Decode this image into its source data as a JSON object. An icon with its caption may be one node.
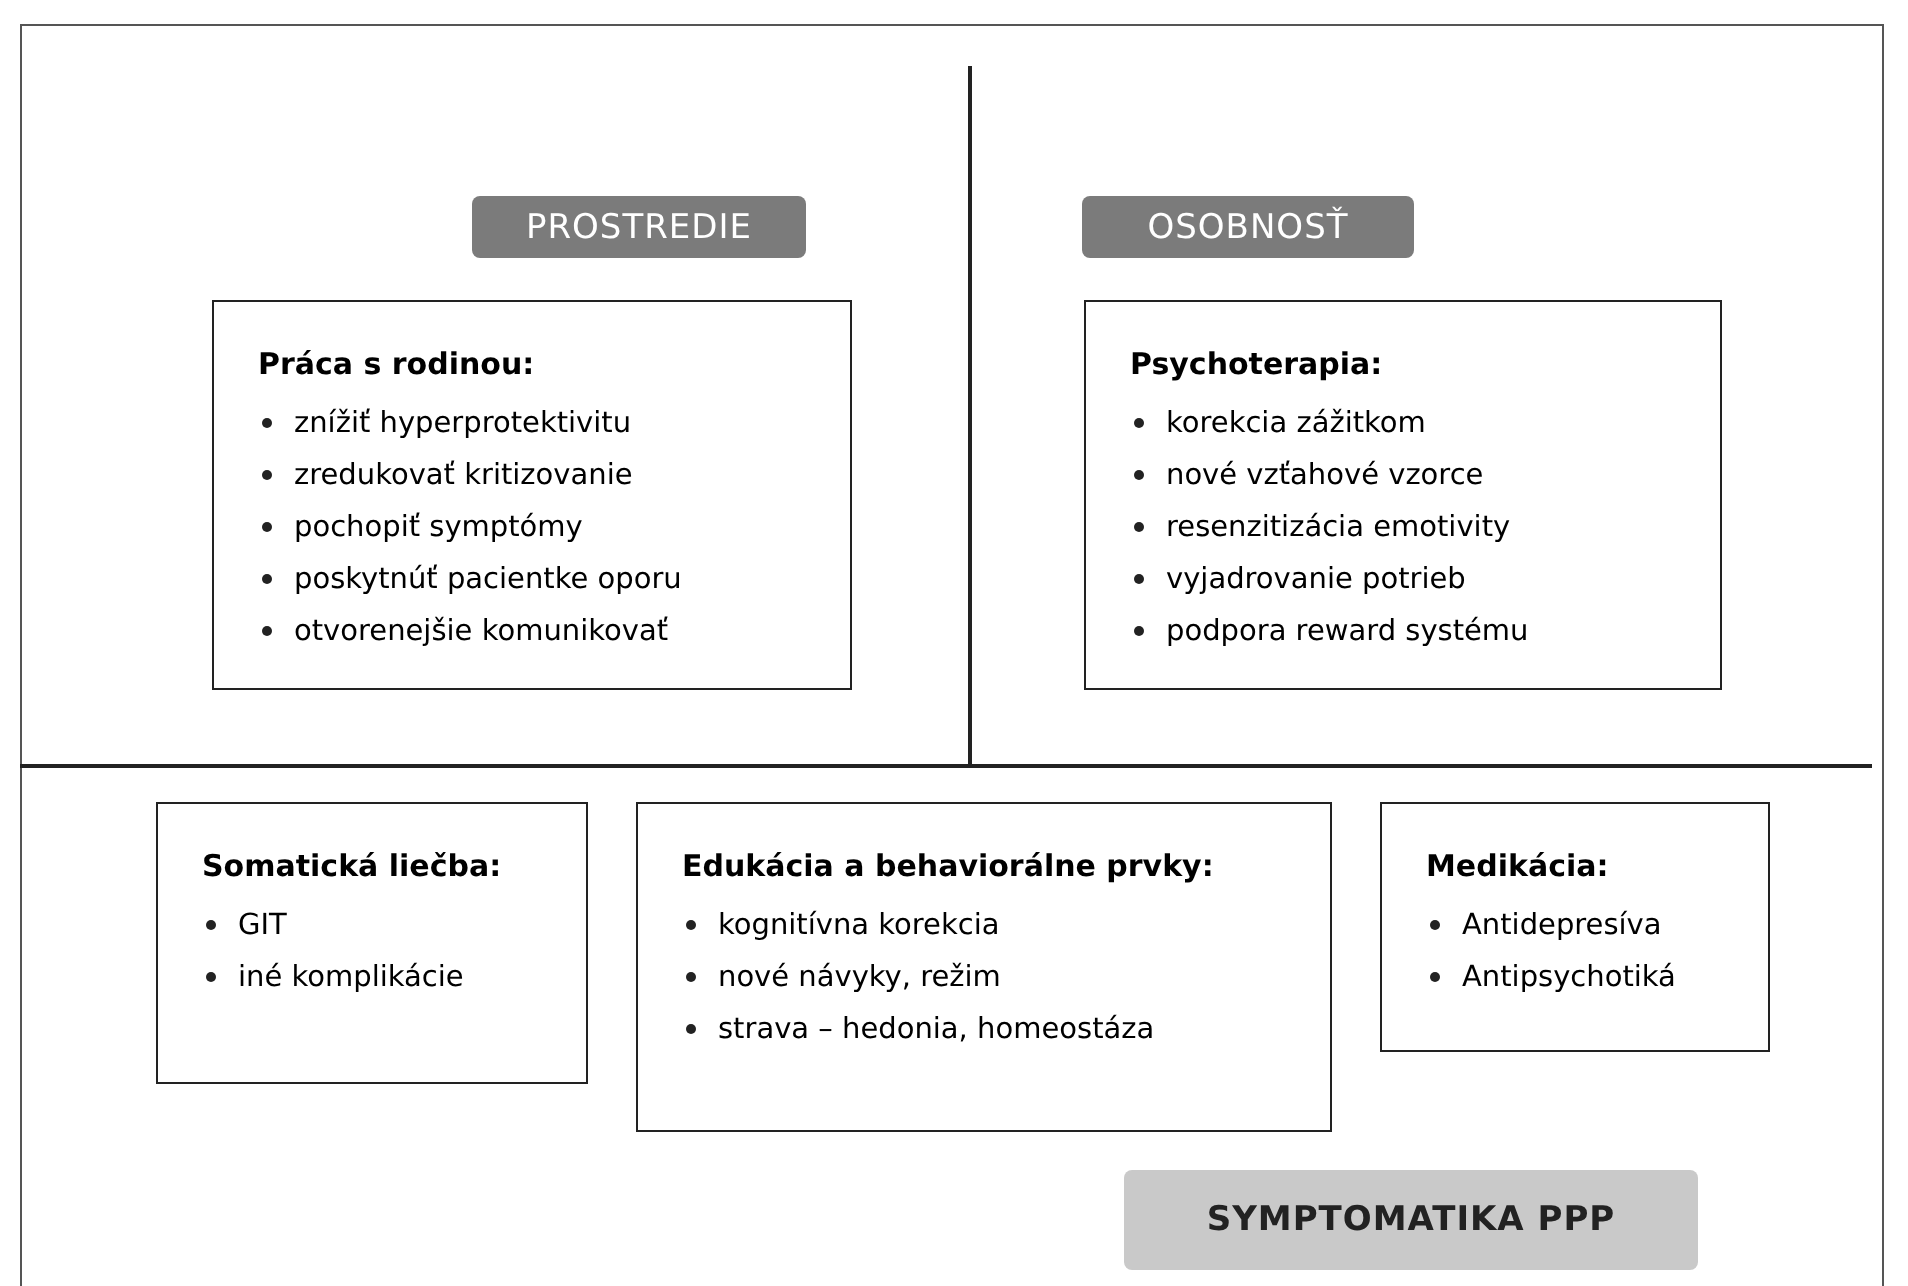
{
  "diagram": {
    "nodes": [
      {
        "text": [
          "PROSTREDIE"
        ]
      },
      {
        "text": [
          "OSOBNOSŤ"
        ]
      },
      {
        "text": [
          "Práca s rodinou:",
          "znížiť hyperprotektivitu",
          "zredukovať kritizovanie",
          "pochopiť symptómy",
          "poskytnúť pacientke oporu",
          "otvorenejšie komunikovať"
        ]
      },
      {
        "text": [
          "Psychoterapia:",
          "korekcia zážitkom",
          "nové vzťahové vzorce",
          "resenzitizácia emotivity",
          "vyjadrovanie potrieb",
          "podpora reward systému"
        ]
      },
      {
        "text": [
          "Somatická liečba:",
          "GIT",
          "iné komplikácie"
        ]
      },
      {
        "text": [
          "Edukácia a behaviorálne prvky:",
          "kognitívna korekcia",
          "nové návyky, režim",
          "strava – hedonia, homeostáza"
        ]
      },
      {
        "text": [
          "Medikácia:",
          "Antidepresíva",
          "Antipsychotiká"
        ]
      },
      {
        "text": [
          "SYMPTOMATIKA PPP"
        ]
      }
    ]
  }
}
